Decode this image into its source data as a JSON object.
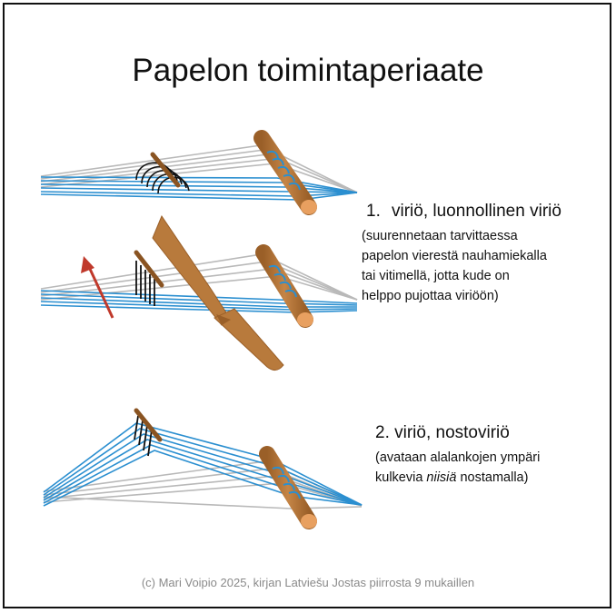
{
  "title": "Papelon toimintaperiaate",
  "shed1": {
    "heading_num": "1.",
    "heading": "viriö, luonnollinen viriö",
    "note_lines": [
      "(suurennetaan tarvittaessa",
      "papelon vierestä nauhamiekalla",
      "tai vitimellä, jotta kude on",
      "helppo pujottaa viriöön)"
    ]
  },
  "shed2": {
    "heading": "2. viriö, nostoviriö",
    "note_line1": "(avataan alalankojen ympäri",
    "note_line2_pre": "kulkevia ",
    "note_line2_em": "niisiä",
    "note_line2_post": " nostamalla)"
  },
  "credit": "(c) Mari Voipio 2025, kirjan Latviešu Jostas piirrosta 9 mukaillen",
  "colors": {
    "warp_blue": "#2b8fd0",
    "warp_grey": "#b9b9b9",
    "wood": "#b87a3c",
    "wood_dark": "#8a5422",
    "arrow": "#c0392b",
    "heddle": "#111111"
  }
}
